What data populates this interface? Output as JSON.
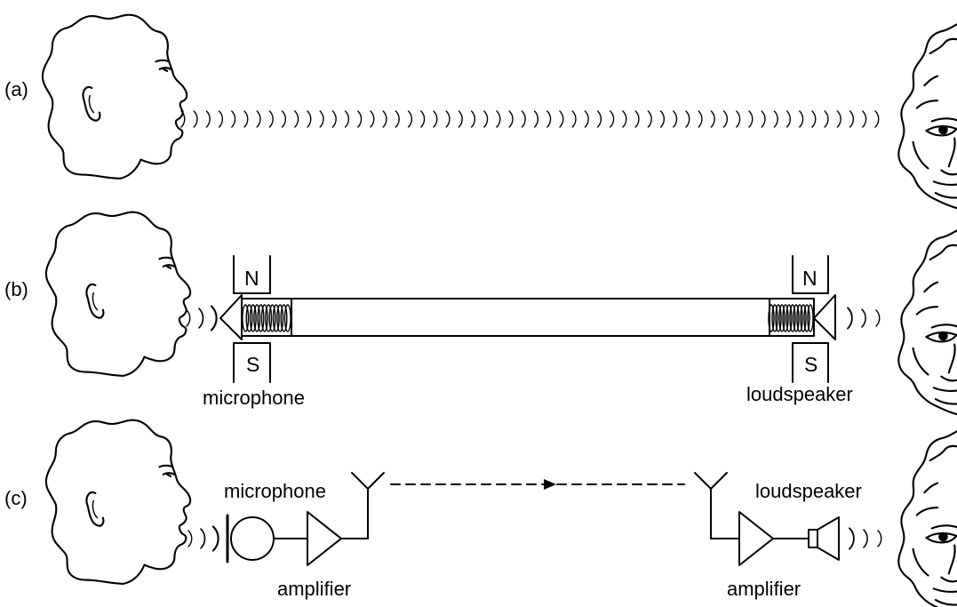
{
  "panels": {
    "a": {
      "tag": "(a)"
    },
    "b": {
      "tag": "(b)",
      "north": "N",
      "south": "S",
      "mic_label": "microphone",
      "speaker_label": "loudspeaker"
    },
    "c": {
      "tag": "(c)",
      "mic_label": "microphone",
      "speaker_label": "loudspeaker",
      "amp_left_label": "amplifier",
      "amp_right_label": "amplifier"
    }
  },
  "colors": {
    "ink": "#000000",
    "background": "#ffffff"
  },
  "icons": [
    "speaker-head-icon",
    "listener-face-icon",
    "sound-wave-icon",
    "coil-icon",
    "magnet-icon",
    "antenna-icon",
    "amplifier-icon",
    "microphone-icon",
    "loudspeaker-icon",
    "arrow-icon"
  ]
}
